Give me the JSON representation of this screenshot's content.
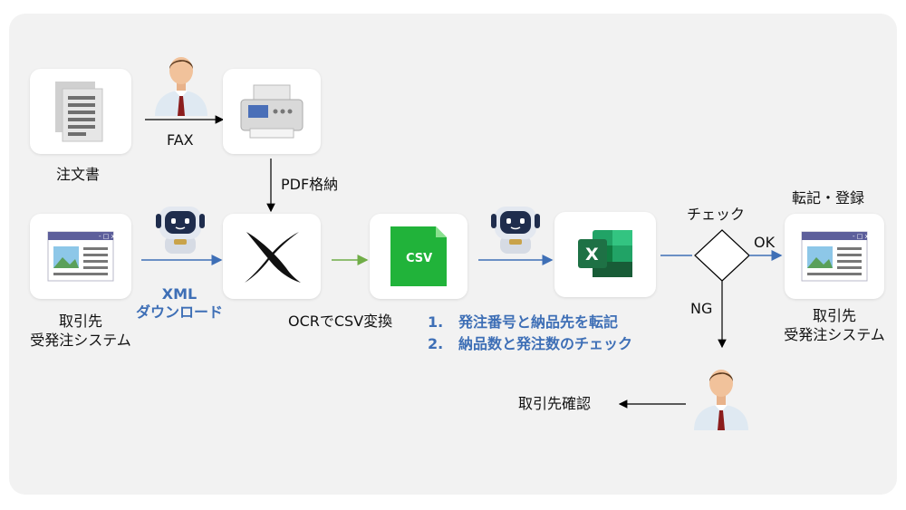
{
  "labels": {
    "fax": "FAX",
    "order_form": "注文書",
    "pdf_store": "PDF格納",
    "client_system_left_line1": "取引先",
    "client_system_left_line2": "受発注システム",
    "xml": "XML",
    "download": "ダウンロード",
    "ocr_csv": "OCRでCSV変換",
    "check": "チェック",
    "transfer_register": "転記・登録",
    "ok": "OK",
    "ng": "NG",
    "client_system_right_line1": "取引先",
    "client_system_right_line2": "受発注システム",
    "confirm_client": "取引先確認",
    "csv_icon_text": "CSV",
    "excel_icon_text": "X"
  },
  "steps": [
    {
      "num": "1.",
      "text": "発注番号と納品先を転記"
    },
    {
      "num": "2.",
      "text": "納品数と発注数のチェック"
    }
  ],
  "colors": {
    "arrow_blue": "#3e6fb6",
    "arrow_green": "#70ad47",
    "label_blue": "#3e6fb6",
    "csv_green": "#21b33a",
    "excel_green": "#1e7145"
  }
}
